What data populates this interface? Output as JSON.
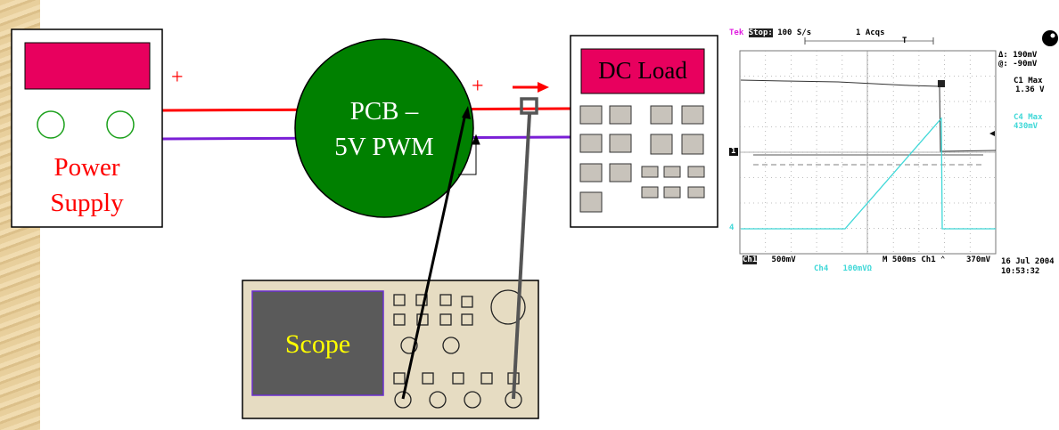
{
  "power_supply": {
    "label_line1": "Power",
    "label_line2": "Supply",
    "plus": "+"
  },
  "pcb": {
    "label_line1": "PCB –",
    "label_line2": "5V  PWM",
    "plus": "+"
  },
  "dc_load": {
    "label": "DC Load"
  },
  "scope": {
    "label": "Scope"
  },
  "colors": {
    "positive_wire": "#ff0000",
    "negative_wire": "#7a1fd6",
    "pcb": "#008000",
    "display": "#e8005e",
    "scope_body": "#e6dcc2"
  },
  "scope_capture": {
    "brand": "Tek",
    "state": "Stop:",
    "sample_rate": "100 S/s",
    "acqs": "1 Acqs",
    "trigger_marker": "T",
    "delta": "Δ: 190mV",
    "at": "@: -90mV",
    "c1_max_label": "C1 Max",
    "c1_max_value": "1.36 V",
    "c4_max_label": "C4 Max",
    "c4_max_value": "430mV",
    "ch1_label": "Ch1",
    "ch1_scale": "500mV",
    "ch4_label": "Ch4",
    "ch4_scale": "100mVΩ",
    "timebase": "M 500ms",
    "trigger": "Ch1 ⌃",
    "trigger_level": "370mV",
    "date": "16 Jul 2004",
    "time": "10:53:32",
    "ch1_marker": "1",
    "ch4_marker": "4"
  }
}
